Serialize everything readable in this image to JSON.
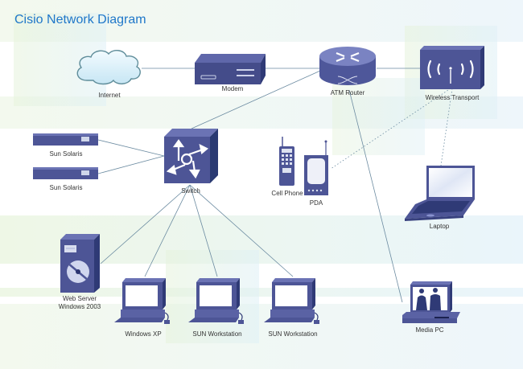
{
  "title": "Cisio Network Diagram",
  "colors": {
    "device": "#4d5596",
    "device_dark": "#2f3a76",
    "title": "#1f77c9",
    "line": "#6a8aa0"
  },
  "nodes": {
    "internet": {
      "label": "Internet"
    },
    "modem": {
      "label": "Modem"
    },
    "atm_router": {
      "label": "ATM Router"
    },
    "wireless_transport": {
      "label": "Wireless Transport"
    },
    "sun_solaris_1": {
      "label": "Sun Solaris"
    },
    "sun_solaris_2": {
      "label": "Sun Solaris"
    },
    "switch": {
      "label": "Switch"
    },
    "cell_phone": {
      "label": "Cell Phone"
    },
    "pda": {
      "label": "PDA"
    },
    "laptop": {
      "label": "Laptop"
    },
    "web_server": {
      "label_line1": "Web Server",
      "label_line2": "Windows 2003"
    },
    "windows_xp": {
      "label": "Windows XP"
    },
    "sun_workstation_1": {
      "label": "SUN Workstation"
    },
    "sun_workstation_2": {
      "label": "SUN Workstation"
    },
    "media_pc": {
      "label": "Media PC"
    }
  },
  "connections": [
    {
      "from": "internet",
      "to": "modem",
      "style": "solid"
    },
    {
      "from": "modem",
      "to": "atm_router",
      "style": "solid"
    },
    {
      "from": "atm_router",
      "to": "wireless_transport",
      "style": "solid"
    },
    {
      "from": "atm_router",
      "to": "switch",
      "style": "solid"
    },
    {
      "from": "atm_router",
      "to": "media_pc",
      "style": "solid"
    },
    {
      "from": "sun_solaris_1",
      "to": "switch",
      "style": "solid"
    },
    {
      "from": "sun_solaris_2",
      "to": "switch",
      "style": "solid"
    },
    {
      "from": "switch",
      "to": "web_server",
      "style": "solid"
    },
    {
      "from": "switch",
      "to": "windows_xp",
      "style": "solid"
    },
    {
      "from": "switch",
      "to": "sun_workstation_1",
      "style": "solid"
    },
    {
      "from": "switch",
      "to": "sun_workstation_2",
      "style": "solid"
    },
    {
      "from": "wireless_transport",
      "to": "pda",
      "style": "dotted"
    },
    {
      "from": "wireless_transport",
      "to": "laptop",
      "style": "dotted"
    }
  ]
}
